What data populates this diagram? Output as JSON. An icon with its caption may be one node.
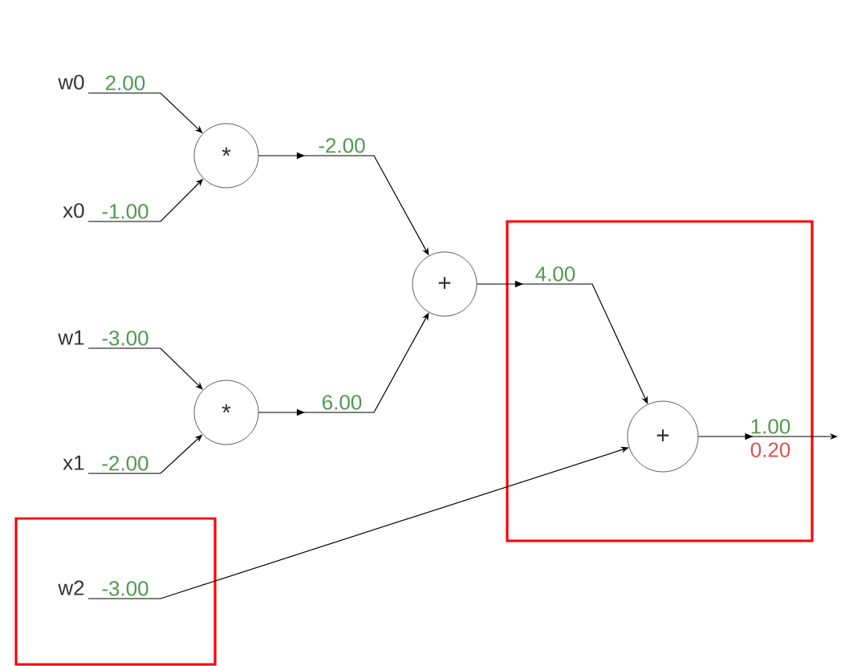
{
  "diagram": {
    "nodes": [
      {
        "text": [
          "w0"
        ]
      },
      {
        "text": [
          "x0"
        ]
      },
      {
        "text": [
          "*"
        ]
      },
      {
        "text": [
          "w1"
        ]
      },
      {
        "text": [
          "x1"
        ]
      },
      {
        "text": [
          "*"
        ]
      },
      {
        "text": [
          "+"
        ]
      },
      {
        "text": [],
        "shape": "box"
      },
      {
        "text": [
          "+"
        ],
        "in": 7
      },
      {
        "text": [],
        "shape": "box"
      },
      {
        "text": [
          "w2"
        ],
        "in": 9
      }
    ],
    "edges": [
      {
        "from": 0,
        "to": 2,
        "arrow": "to",
        "label": "2.00"
      },
      {
        "from": 1,
        "to": 2,
        "arrow": "to",
        "label": "-1.00"
      },
      {
        "from": 3,
        "to": 5,
        "arrow": "to",
        "label": "-3.00"
      },
      {
        "from": 4,
        "to": 5,
        "arrow": "to",
        "label": "-2.00"
      },
      {
        "from": 2,
        "to": 6,
        "arrow": "to",
        "label": "-2.00"
      },
      {
        "from": 5,
        "to": 6,
        "arrow": "to",
        "label": "6.00"
      },
      {
        "from": 6,
        "to": 8,
        "arrow": "to",
        "label": "4.00"
      },
      {
        "from": 10,
        "to": 8,
        "arrow": "to",
        "label": "-3.00"
      },
      {
        "from": 8,
        "to": null,
        "arrow": "to",
        "label": "1.00"
      }
    ],
    "labels": [
      "0.20"
    ]
  }
}
